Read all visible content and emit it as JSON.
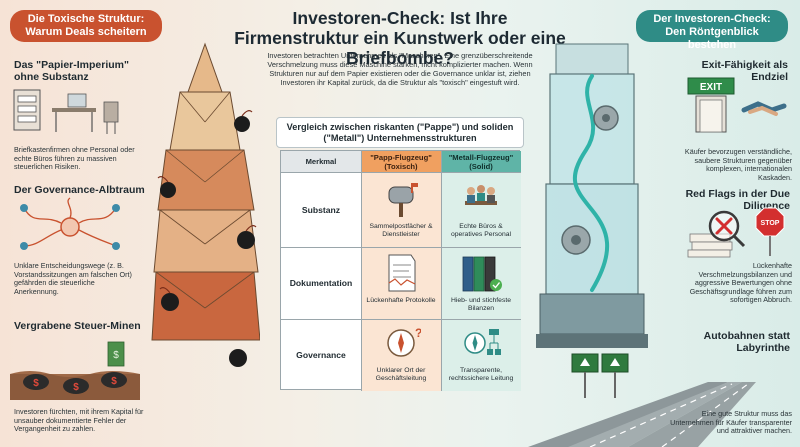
{
  "left": {
    "banner": "Die Toxische Struktur: Warum Deals scheitern",
    "sections": [
      {
        "heading": "Das \"Papier-Imperium\" ohne Substanz",
        "text": "Briefkastenfirmen ohne Personal oder echte Büros führen zu massiven steuerlichen Risiken."
      },
      {
        "heading": "Der Governance-Albtraum",
        "text": "Unklare Entscheidungswege (z. B. Vorstandssitzungen am falschen Ort) gefährden die steuerliche Anerkennung."
      },
      {
        "heading": "Vergrabene Steuer-Minen",
        "text": "Investoren fürchten, mit ihrem Kapital für unsauber dokumentierte Fehler der Vergangenheit zu zahlen."
      }
    ],
    "coin_symbol": "$"
  },
  "center": {
    "title": "Investoren-Check: Ist Ihre Firmenstruktur ein Kunstwerk oder eine Briefbombe?",
    "intro": "Investoren betrachten Unternehmen als \"Maschinen\". Eine grenzüberschreitende Verschmelzung muss diese Maschine stärken, nicht komplizierter machen. Wenn Strukturen nur auf dem Papier existieren oder die Governance unklar ist, ziehen Investoren ihr Kapital zurück, da die Struktur als \"toxisch\" eingestuft wird.",
    "comparison_title": "Vergleich zwischen riskanten (\"Pappe\") und soliden (\"Metall\") Unternehmensstrukturen",
    "table": {
      "headers": [
        "Merkmal",
        "\"Papp-Flugzeug\" (Toxisch)",
        "\"Metall-Flugzeug\" (Solid)"
      ],
      "rows": [
        {
          "label": "Substanz",
          "toxic": "Sammelpostfächer & Dienstleister",
          "solid": "Echte Büros & operatives Personal"
        },
        {
          "label": "Dokumentation",
          "toxic": "Lückenhafte Protokolle",
          "solid": "Hieb- und stichfeste Bilanzen"
        },
        {
          "label": "Governance",
          "toxic": "Unklarer Ort der Geschäftsleitung",
          "solid": "Transparente, rechtssichere Leitung"
        }
      ]
    }
  },
  "right": {
    "banner": "Der Investoren-Check: Den Röntgenblick bestehen",
    "sections": [
      {
        "heading": "Exit-Fähigkeit als Endziel",
        "text": "Käufer bevorzugen verständliche, saubere Strukturen gegenüber komplexen, internationalen Kaskaden."
      },
      {
        "heading": "Red Flags in der Due Diligence",
        "text": "Lückenhafte Verschmelzungsbilanzen und aggressive Bewertungen ohne Geschäftsgrundlage führen zum sofortigen Abbruch."
      },
      {
        "heading": "Autobahnen statt Labyrinthe",
        "text": "Eine gute Struktur muss das Unternehmen für Käufer transparenter und attraktiver machen."
      }
    ],
    "exit_sign": "EXIT",
    "stop_sign": "STOP"
  },
  "colors": {
    "toxic": "#c9522f",
    "solid": "#2f8c86"
  }
}
